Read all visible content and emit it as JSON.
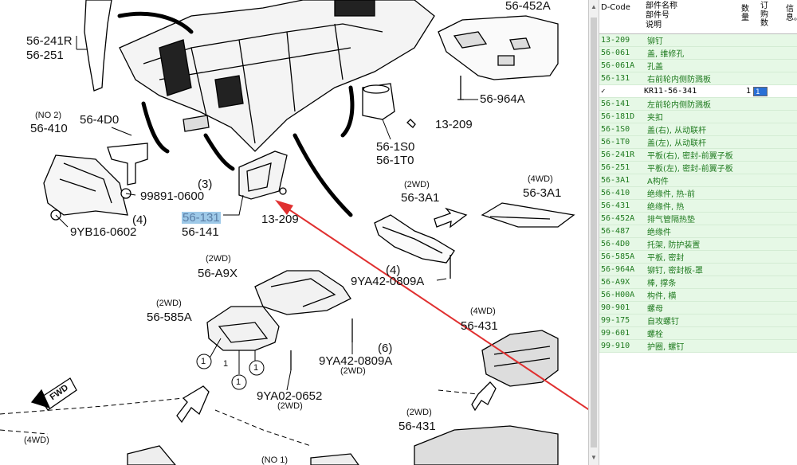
{
  "diagram": {
    "callouts": {
      "c1": "56-241R",
      "c2": "56-251",
      "c3": "(NO 2)",
      "c4": "56-410",
      "c5": "56-4D0",
      "c6": "(3)",
      "c7": "99891-0600",
      "c8": "(4)",
      "c9": "9YB16-0602",
      "c10": "56-131",
      "c11": "56-141",
      "c12": "13-209",
      "c13": "56-452A",
      "c14": "56-964A",
      "c15": "13-209",
      "c16": "56-1S0",
      "c17": "56-1T0",
      "c18": "(2WD)",
      "c19": "56-3A1",
      "c20": "(4WD)",
      "c21": "56-3A1",
      "c22": "(4)",
      "c23": "9YA42-0809A",
      "c24": "(2WD)",
      "c25": "56-A9X",
      "c26": "(2WD)",
      "c27": "56-585A",
      "c28": "(4WD)",
      "c29": "56-431",
      "c30": "(6)",
      "c31": "9YA42-0809A",
      "c32": "(2WD)",
      "c33": "9YA02-0652",
      "c34": "(2WD)",
      "c35": "(2WD)",
      "c36": "56-431",
      "c37": "(4WD)",
      "c38": "(NO 1)",
      "c39": "FWD",
      "c40": "1",
      "c41": "1",
      "c42": "1",
      "c43": "1"
    }
  },
  "panel": {
    "headers": {
      "dcode": "D-Code",
      "name1": "部件名称",
      "name2": "部件号",
      "name3": "说明",
      "qty": "数量",
      "order": "订购数",
      "info": "信息。"
    },
    "rows": [
      {
        "code": "13-209",
        "name": "铆钉"
      },
      {
        "code": "56-061",
        "name": "盖, 维修孔"
      },
      {
        "code": "56-061A",
        "name": "孔盖"
      },
      {
        "code": "56-131",
        "name": "右前轮内侧防溅板"
      },
      {
        "detail": true,
        "check": "✓",
        "part_no": "KR11-56-341",
        "qty": "1",
        "order": "1"
      },
      {
        "code": "56-141",
        "name": "左前轮内侧防溅板"
      },
      {
        "code": "56-181D",
        "name": "夹扣"
      },
      {
        "code": "56-1S0",
        "name": "盖(右), 从动联杆"
      },
      {
        "code": "56-1T0",
        "name": "盖(左), 从动联杆"
      },
      {
        "code": "56-241R",
        "name": "平板(右), 密封-前翼子板"
      },
      {
        "code": "56-251",
        "name": "平板(左), 密封-前翼子板"
      },
      {
        "code": "56-3A1",
        "name": "A构件"
      },
      {
        "code": "56-410",
        "name": "绝缘件, 热-前"
      },
      {
        "code": "56-431",
        "name": "绝缘件, 热"
      },
      {
        "code": "56-452A",
        "name": "排气管隔热垫"
      },
      {
        "code": "56-487",
        "name": "绝缘件"
      },
      {
        "code": "56-4D0",
        "name": "托架, 防护装置"
      },
      {
        "code": "56-585A",
        "name": "平板, 密封"
      },
      {
        "code": "56-964A",
        "name": "铆钉, 密封板-罩"
      },
      {
        "code": "56-A9X",
        "name": "棒, 撑条"
      },
      {
        "code": "56-H00A",
        "name": "构件, 横"
      },
      {
        "code": "90-901",
        "name": "螺母"
      },
      {
        "code": "99-175",
        "name": "自攻螺钉"
      },
      {
        "code": "99-601",
        "name": "螺栓"
      },
      {
        "code": "99-910",
        "name": "护圈, 螺钉"
      }
    ]
  }
}
